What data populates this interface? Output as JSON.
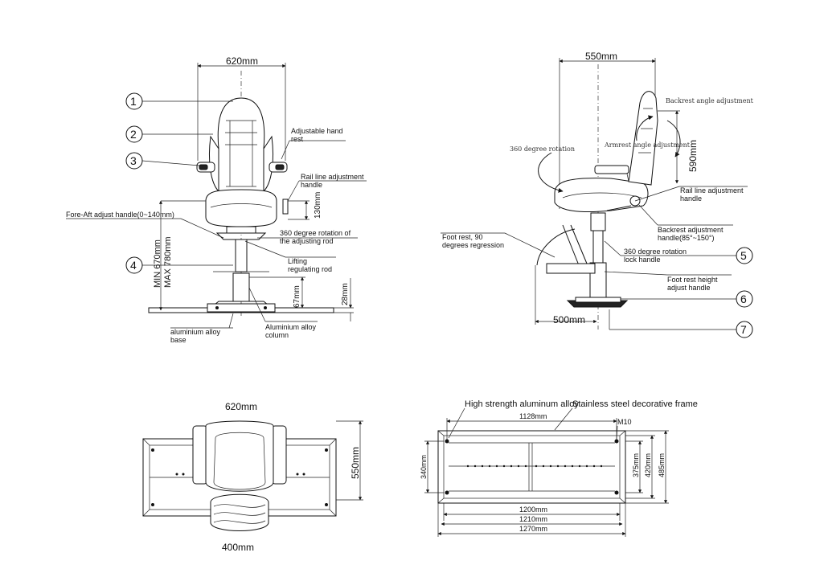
{
  "front": {
    "width_dim": "620mm",
    "callouts": [
      "1",
      "2",
      "3",
      "4"
    ],
    "labels": {
      "hand_rest": [
        "Adjustable hand",
        "rest"
      ],
      "rail_line": [
        "Rail line adjustment",
        "handle"
      ],
      "fore_aft": "Fore-Aft adjust handle(0~140mm)",
      "rotation": [
        "360 degree rotation of",
        "the adjusting rod"
      ],
      "lifting": [
        "Lifting",
        "regulating rod"
      ],
      "base": [
        "aluminium alloy",
        "base"
      ],
      "column": [
        "Aluminium alloy",
        "column"
      ]
    },
    "dims": {
      "d130": "130mm",
      "min_height": "MIN 670mm",
      "max_height": "MAX 780mm",
      "d67": "67mm",
      "d28": "28mm"
    }
  },
  "side": {
    "width_dim": "550mm",
    "base_dim": "500mm",
    "height_dim": "590mm",
    "callouts": [
      "5",
      "6",
      "7"
    ],
    "labels": {
      "backrest_angle": "Backrest angle adjustment",
      "armrest_angle": "Armrest angle adjustment",
      "rotation": "360 degree rotation",
      "rail_line": [
        "Rail line adjustment",
        "handle"
      ],
      "backrest_handle": [
        "Backrest adjustment",
        "handle(85°~150°)"
      ],
      "foot_rest": [
        "Foot rest, 90",
        "degrees regression"
      ],
      "lock_handle": [
        "360 degree rotation",
        "lock handle"
      ],
      "foot_height": [
        "Foot rest height",
        "adjust handle"
      ]
    }
  },
  "top": {
    "width_dim": "620mm",
    "depth_dim": "550mm",
    "bottom_dim": "400mm"
  },
  "base_plate": {
    "title_a": "High strength aluminum alloy",
    "title_b": "Stainless steel decorative frame",
    "dims": {
      "d1128": "1128mm",
      "m10": "M10",
      "d340": "340mm",
      "d375": "375mm",
      "d420": "420mm",
      "d485": "485mm",
      "d1200": "1200mm",
      "d1210": "1210mm",
      "d1270": "1270mm"
    }
  }
}
